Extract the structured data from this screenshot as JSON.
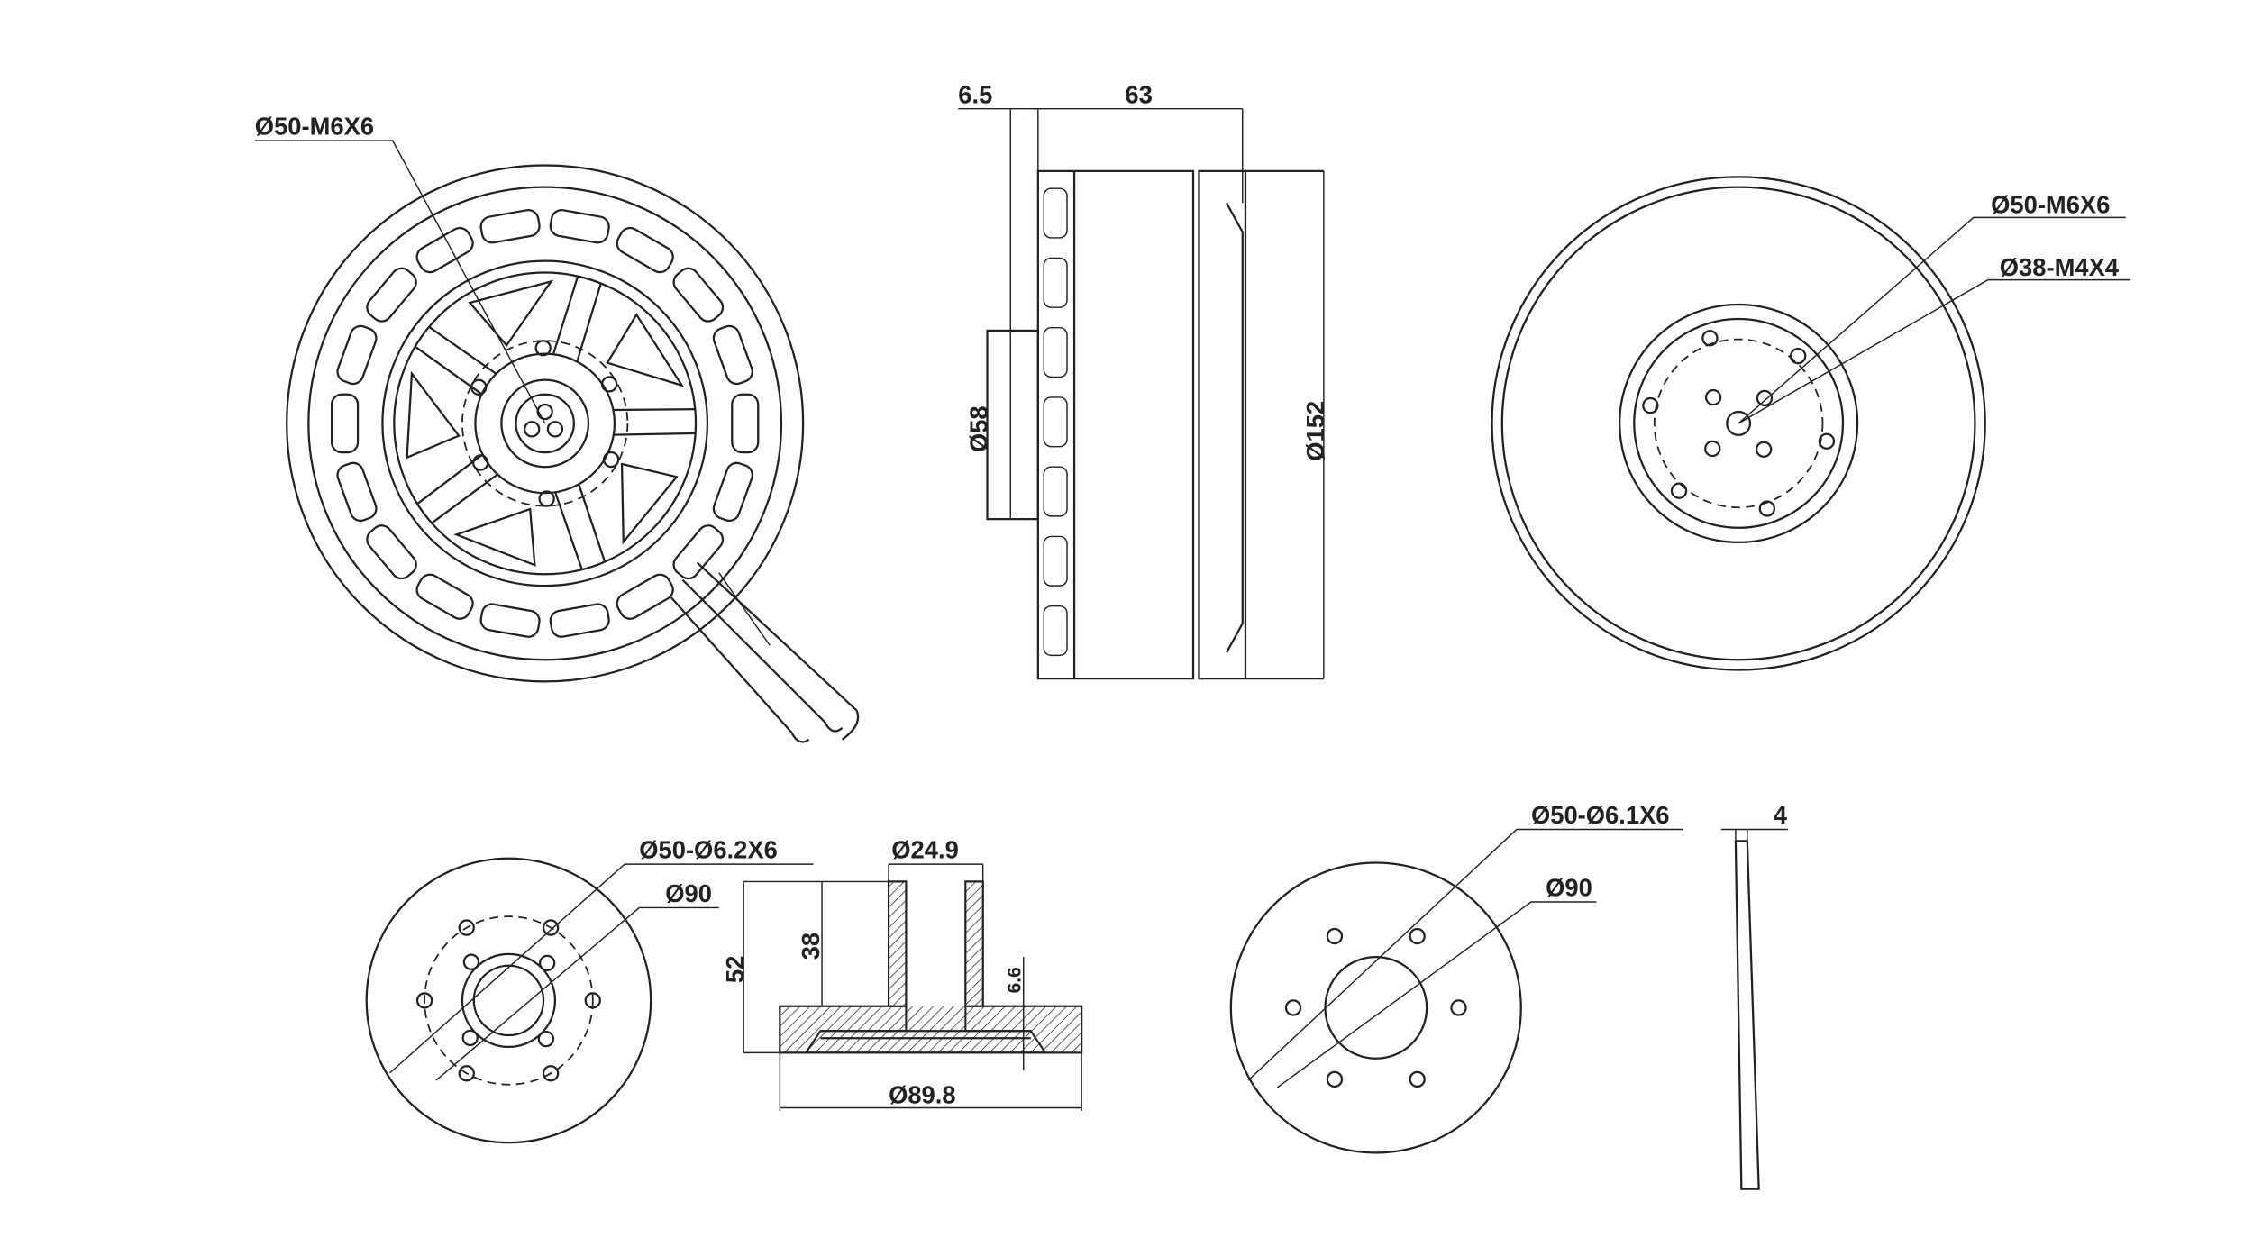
{
  "front_view": {
    "label_bolt": "Ø50-M6X6"
  },
  "side_view": {
    "dim_flange": "6.5",
    "dim_length": "63",
    "dim_shaft_dia": "Ø58",
    "dim_outer_dia": "Ø152"
  },
  "rear_view": {
    "label_bolt_outer": "Ø50-M6X6",
    "label_bolt_inner": "Ø38-M4X4"
  },
  "mount_plate": {
    "label_holes": "Ø50-Ø6.2X6",
    "label_dia": "Ø90"
  },
  "mount_section": {
    "dim_tube_dia": "Ø24.9",
    "dim_height_total": "52",
    "dim_height_tube": "38",
    "dim_base_thickness": "6.6",
    "dim_base_dia": "Ø89.8"
  },
  "prop_adapter": {
    "label_holes": "Ø50-Ø6.1X6",
    "label_dia": "Ø90"
  },
  "thin_plate": {
    "dim_thickness": "4"
  }
}
